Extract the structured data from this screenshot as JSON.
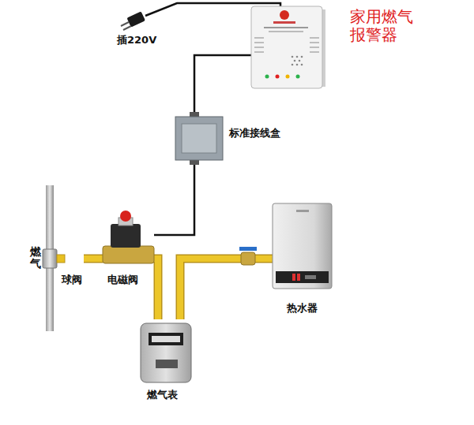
{
  "diagram": {
    "nodes": [
      {
        "text": [
          "插220V"
        ]
      },
      {
        "text": [
          "家用燃气 报警器"
        ]
      },
      {
        "text": [
          "标准接线盒"
        ]
      },
      {
        "text": [
          "球阀"
        ]
      },
      {
        "text": [
          "电磁阀"
        ]
      },
      {
        "text": [
          "热水器"
        ]
      },
      {
        "text": [
          "燃气表"
        ]
      }
    ],
    "edges": [
      {
        "from": 0,
        "to": 1,
        "arrow": "none"
      },
      {
        "from": 1,
        "to": 2,
        "arrow": "none"
      },
      {
        "from": 2,
        "to": 4,
        "arrow": "none"
      },
      {
        "from": 3,
        "to": 4,
        "arrow": "none"
      },
      {
        "from": 4,
        "to": 6,
        "arrow": "none"
      },
      {
        "from": 6,
        "to": 5,
        "arrow": "none"
      }
    ],
    "labels": [
      "燃气"
    ]
  }
}
